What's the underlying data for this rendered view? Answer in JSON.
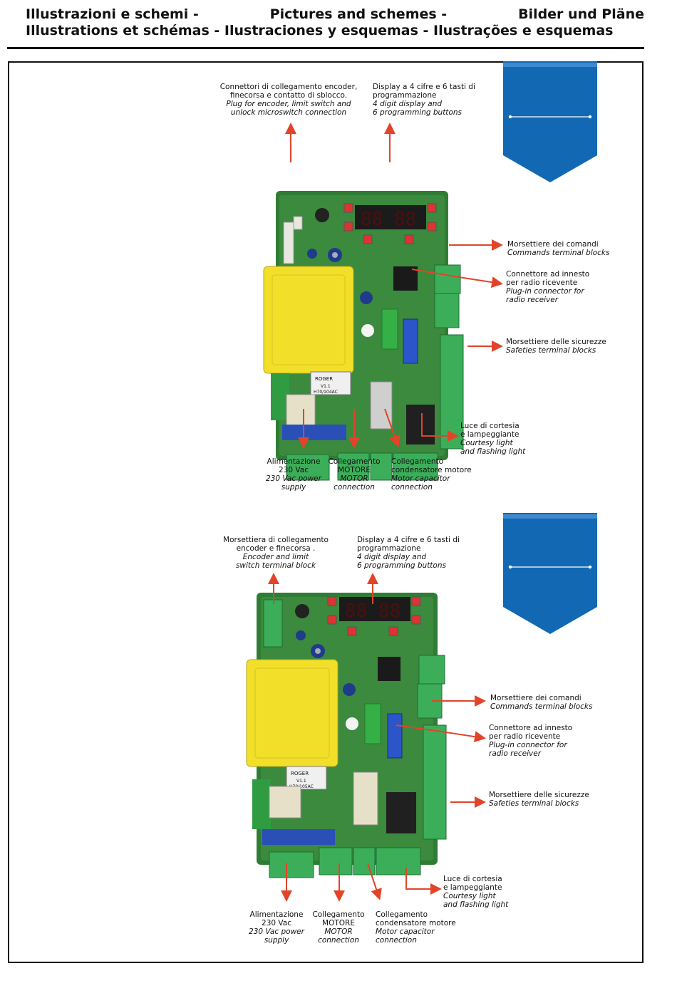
{
  "header": {
    "line1_parts": [
      "Illustrazioni e schemi -",
      "Pictures and schemes -",
      "Bilder und Pläne"
    ],
    "line2": "Illustrations et schémas - Ilustraciones y esquemas - Ilustrações e esquemas"
  },
  "colors": {
    "banner": "#1268b3",
    "arrow": "#e2442a",
    "pcb": "#2e7d32",
    "terminal": "#3cae5a",
    "transformer": "#f2df2a"
  },
  "boards": [
    {
      "board_label": "ROGER",
      "version": "V1.1",
      "model": "H70/104AC",
      "callouts": {
        "connectors": [
          "Connettori di collegamento encoder,",
          "finecorsa e contatto di sblocco.",
          "Plug for encoder, limit switch and",
          "unlock microswitch connection"
        ],
        "display": [
          "Display a 4 cifre e 6 tasti di",
          "programmazione",
          "4 digit display and",
          "6 programming buttons"
        ],
        "commands": [
          "Morsettiere dei  comandi",
          "Commands terminal blocks"
        ],
        "radio": [
          "Connettore ad innesto",
          "per radio ricevente",
          "Plug-in connector for",
          "radio receiver"
        ],
        "safeties": [
          "Morsettiere delle sicurezze",
          "Safeties terminal blocks"
        ],
        "courtesy": [
          "Luce di cortesia",
          "e lampeggiante",
          "Courtesy light",
          "and flashing light"
        ],
        "power": [
          "Alimentazione",
          "230 Vac",
          "230 Vac power",
          "supply"
        ],
        "motor": [
          "Collegamento",
          "MOTORE",
          "MOTOR",
          "connection"
        ],
        "capacitor": [
          "Collegamento",
          "condensatore motore",
          "Motor capacitor",
          "connection"
        ]
      }
    },
    {
      "board_label": "ROGER",
      "version": "V1.1",
      "model": "H70/105AC",
      "callouts": {
        "connectors": [
          "Morsettiera di collegamento",
          "encoder e finecorsa .",
          "Encoder and limit",
          "switch terminal block"
        ],
        "display": [
          "Display a 4 cifre e 6 tasti di",
          "programmazione",
          "4 digit display and",
          "6 programming buttons"
        ],
        "commands": [
          "Morsettiere dei  comandi",
          "Commands terminal blocks"
        ],
        "radio": [
          "Connettore ad innesto",
          "per radio ricevente",
          "Plug-in connector for",
          "radio receiver"
        ],
        "safeties": [
          "Morsettiere delle sicurezze",
          "Safeties terminal blocks"
        ],
        "courtesy": [
          "Luce di cortesia",
          "e lampeggiante",
          "Courtesy light",
          "and flashing light"
        ],
        "power": [
          "Alimentazione",
          "230 Vac",
          "230 Vac power",
          "supply"
        ],
        "motor": [
          "Collegamento",
          "MOTORE",
          "MOTOR",
          "connection"
        ],
        "capacitor": [
          "Collegamento",
          "condensatore motore",
          "Motor capacitor",
          "connection"
        ]
      }
    }
  ]
}
